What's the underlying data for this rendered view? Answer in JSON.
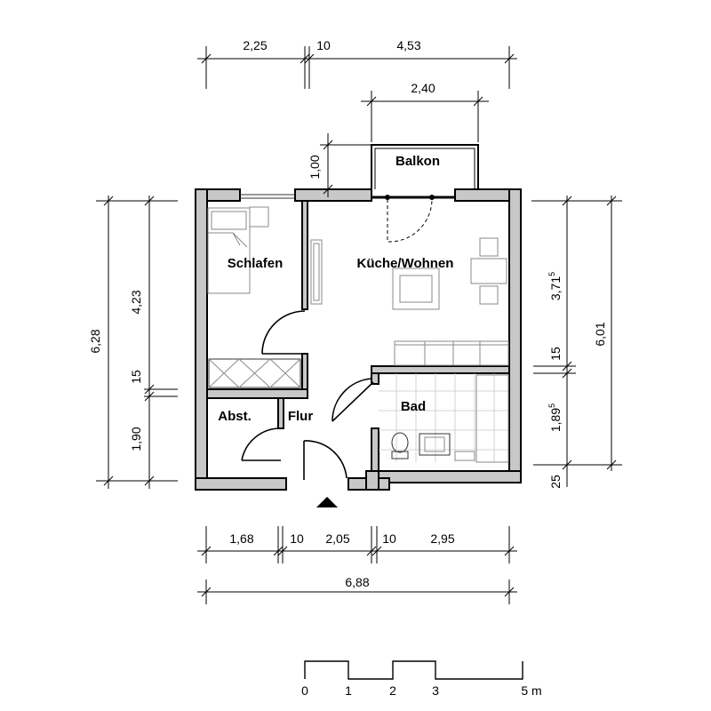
{
  "rooms": {
    "schlafen": "Schlafen",
    "kueche": "Küche/Wohnen",
    "balkon": "Balkon",
    "abst": "Abst.",
    "flur": "Flur",
    "bad": "Bad"
  },
  "dims": {
    "top_a": "2,25",
    "top_b": "10",
    "top_c": "4,53",
    "balkon_width": "2,40",
    "balkon_depth": "1,00",
    "left_total": "6,28",
    "left_a": "4,23",
    "left_b": "15",
    "left_c": "1,90",
    "right_a": "3,71",
    "right_a_sup": "5",
    "right_b": "15",
    "right_c": "1,89",
    "right_c_sup": "5",
    "right_d": "25",
    "right_total": "6,01",
    "bottom_a": "1,68",
    "bottom_b": "10",
    "bottom_c": "2,05",
    "bottom_d": "10",
    "bottom_e": "2,95",
    "bottom_total": "6,88"
  },
  "scale_bar": {
    "labels": [
      "0",
      "1",
      "2",
      "3",
      "5 m"
    ]
  },
  "colors": {
    "wall_fill": "#c8c8c8",
    "line": "#000000"
  }
}
